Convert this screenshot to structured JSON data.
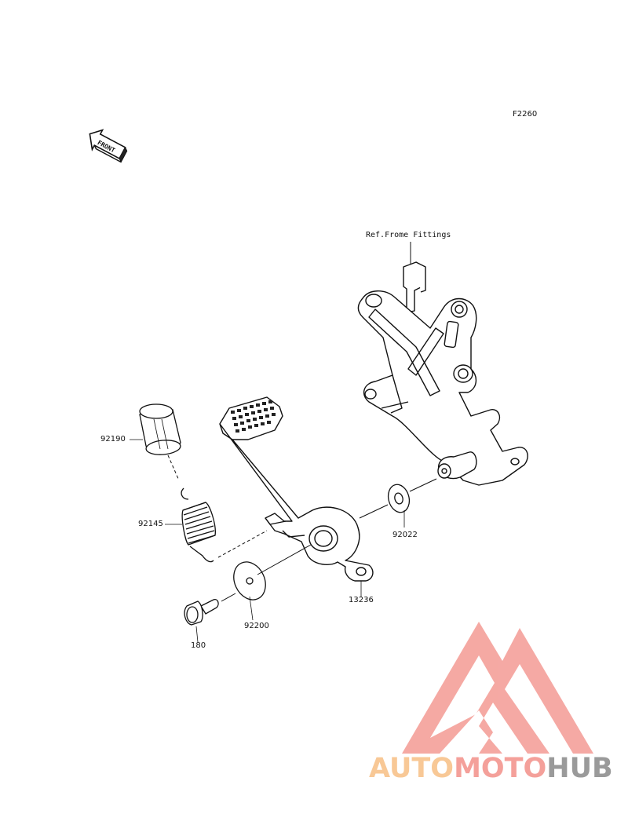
{
  "diagram": {
    "code": "F2260",
    "front_label": "FRONT",
    "ref_label": "Ref.Frome Fittings",
    "parts": [
      {
        "id": "92190"
      },
      {
        "id": "92145"
      },
      {
        "id": "180"
      },
      {
        "id": "92200"
      },
      {
        "id": "13236"
      },
      {
        "id": "92022"
      }
    ]
  },
  "watermark": {
    "part1": "AUTO",
    "part2": "MOTO",
    "part3": "HUB",
    "colors": {
      "auto": "#f8c896",
      "moto": "#f4a09a",
      "hub": "#9a9a9a",
      "logo": "#f4a09a"
    }
  }
}
